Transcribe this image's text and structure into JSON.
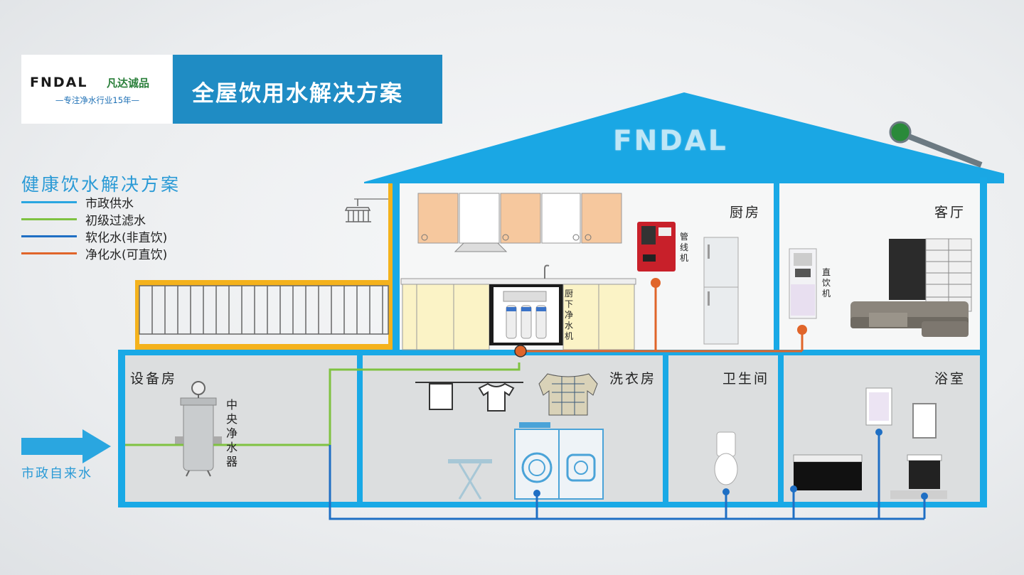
{
  "header": {
    "brand": "FNDAL",
    "brand_cn": "凡达诚品",
    "slogan": "—专注净水行业15年—",
    "title": "全屋饮用水解决方案"
  },
  "roof": {
    "brand": "FNDAL"
  },
  "legend": {
    "title": "健康饮水解决方案",
    "items": [
      {
        "label": "市政供水",
        "color": "#2aa6e0"
      },
      {
        "label": "初级过滤水",
        "color": "#7fc241"
      },
      {
        "label": "软化水(非直饮)",
        "color": "#1f6fc4"
      },
      {
        "label": "净化水(可直饮)",
        "color": "#e0652a"
      }
    ]
  },
  "rooms": {
    "kitchen": "厨房",
    "living": "客厅",
    "equipment": "设备房",
    "laundry": "洗衣房",
    "toilet": "卫生间",
    "bathroom": "浴室"
  },
  "devices": {
    "pipeline_machine": "管线机",
    "direct_drink": "直饮机",
    "under_sink": "厨下净水机",
    "central": "中央净水器"
  },
  "inlet": {
    "label": "市政自来水"
  },
  "colors": {
    "house_blue": "#19a9e6",
    "roof_blue": "#1aa7e4",
    "wall": "#f4f5f5",
    "basement": "#dcdedf"
  }
}
